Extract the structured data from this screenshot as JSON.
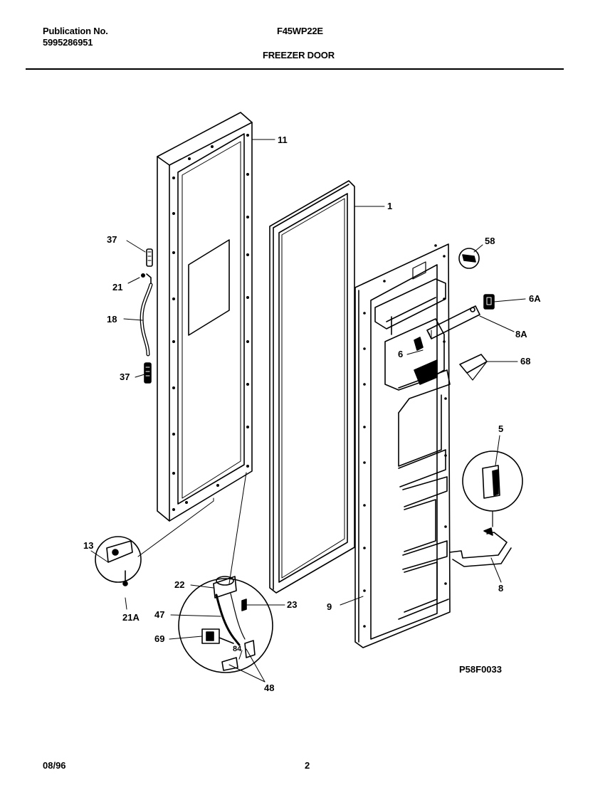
{
  "header": {
    "publication_label": "Publication No.",
    "publication_number": "5995286951",
    "model": "F45WP22E",
    "title": "FREEZER DOOR"
  },
  "callouts": {
    "c11": "11",
    "c1": "1",
    "c37a": "37",
    "c21": "21",
    "c18": "18",
    "c37b": "37",
    "c58": "58",
    "c6A": "6A",
    "c8A": "8A",
    "c6": "6",
    "c68": "68",
    "c5": "5",
    "c13": "13",
    "c21A": "21A",
    "c22": "22",
    "c23": "23",
    "c47": "47",
    "c9": "9",
    "c69": "69",
    "c84": "84",
    "c48": "48",
    "c8": "8"
  },
  "figure_code": "P58F0033",
  "footer": {
    "date": "08/96",
    "page": "2"
  }
}
